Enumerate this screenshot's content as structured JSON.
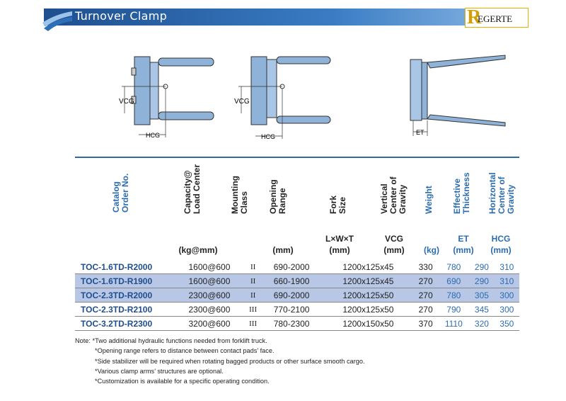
{
  "header": {
    "title": "Turnover Clamp",
    "logo_letter": "R",
    "logo_text": "EGERTE"
  },
  "diagrams": {
    "vcg": "VCG",
    "hcg": "HCG",
    "et": "ET"
  },
  "columns": [
    {
      "name": "Catalog Order No.",
      "unit": ""
    },
    {
      "name": "Capacity@ Load Center",
      "unit": "(kg@mm)"
    },
    {
      "name": "Mounting Class",
      "unit": ""
    },
    {
      "name": "Opening Range",
      "unit": "(mm)"
    },
    {
      "name": "Fork Size",
      "unit": "L×W×T (mm)"
    },
    {
      "name": "Vertical Center of Gravity",
      "unit": "VCG (mm)"
    },
    {
      "name": "Weight",
      "unit": "(kg)"
    },
    {
      "name": "Effective Thickness",
      "unit": "ET (mm)"
    },
    {
      "name": "Horizontal Center of Gravity",
      "unit": "HCG (mm)"
    }
  ],
  "headers": {
    "c0a": "Catalog",
    "c0b": "Order No.",
    "c1a": "Capacity@",
    "c1b": "Load Center",
    "c2a": "Mounting",
    "c2b": "Class",
    "c3a": "Opening",
    "c3b": "Range",
    "c4a": "Fork",
    "c4b": "Size",
    "c5a": "Vertical",
    "c5b": "Center of",
    "c5c": "Gravity",
    "c6a": "Weight",
    "c7a": "Effective",
    "c7b": "Thickness",
    "c8a": "Horizontal",
    "c8b": "Center of",
    "c8c": "Gravity"
  },
  "units": {
    "u1": "(kg@mm)",
    "u3": "(mm)",
    "u4a": "L×W×T",
    "u4b": "(mm)",
    "u5a": "VCG",
    "u5b": "(mm)",
    "u6": "(kg)",
    "u7a": "ET",
    "u7b": "(mm)",
    "u8a": "HCG",
    "u8b": "(mm)"
  },
  "rows": [
    {
      "model": "TOC-1.6TD-R2000",
      "capacity": "1600@600",
      "class": "II",
      "opening": "690-2000",
      "fork": "1200x125x45",
      "vcg": "330",
      "weight": "780",
      "et": "290",
      "hcg": "310",
      "highlight": false
    },
    {
      "model": "TOC-1.6TD-R1900",
      "capacity": "1600@600",
      "class": "II",
      "opening": "660-1900",
      "fork": "1200x125x45",
      "vcg": "270",
      "weight": "690",
      "et": "290",
      "hcg": "310",
      "highlight": true
    },
    {
      "model": "TOC-2.3TD-R2000",
      "capacity": "2300@600",
      "class": "II",
      "opening": "690-2000",
      "fork": "1200x125x50",
      "vcg": "270",
      "weight": "780",
      "et": "305",
      "hcg": "300",
      "highlight": true
    },
    {
      "model": "TOC-2.3TD-R2100",
      "capacity": "2300@600",
      "class": "III",
      "opening": "770-2100",
      "fork": "1200x125x50",
      "vcg": "270",
      "weight": "790",
      "et": "345",
      "hcg": "300",
      "highlight": false
    },
    {
      "model": "TOC-3.2TD-R2300",
      "capacity": "3200@600",
      "class": "III",
      "opening": "780-2300",
      "fork": "1200x150x50",
      "vcg": "370",
      "weight": "1110",
      "et": "320",
      "hcg": "350",
      "highlight": false
    }
  ],
  "notes": [
    "Note: *Two additional hydraulic functions needed from forklift truck.",
    "*Opening range refers to distance between contact pads’ face.",
    "*Side stabilizer will be required when rotating bagged products or other surface smooth cargo.",
    "*Various clamp arms’ structures are optional.",
    "*Customization is available for a specific operating condition."
  ]
}
